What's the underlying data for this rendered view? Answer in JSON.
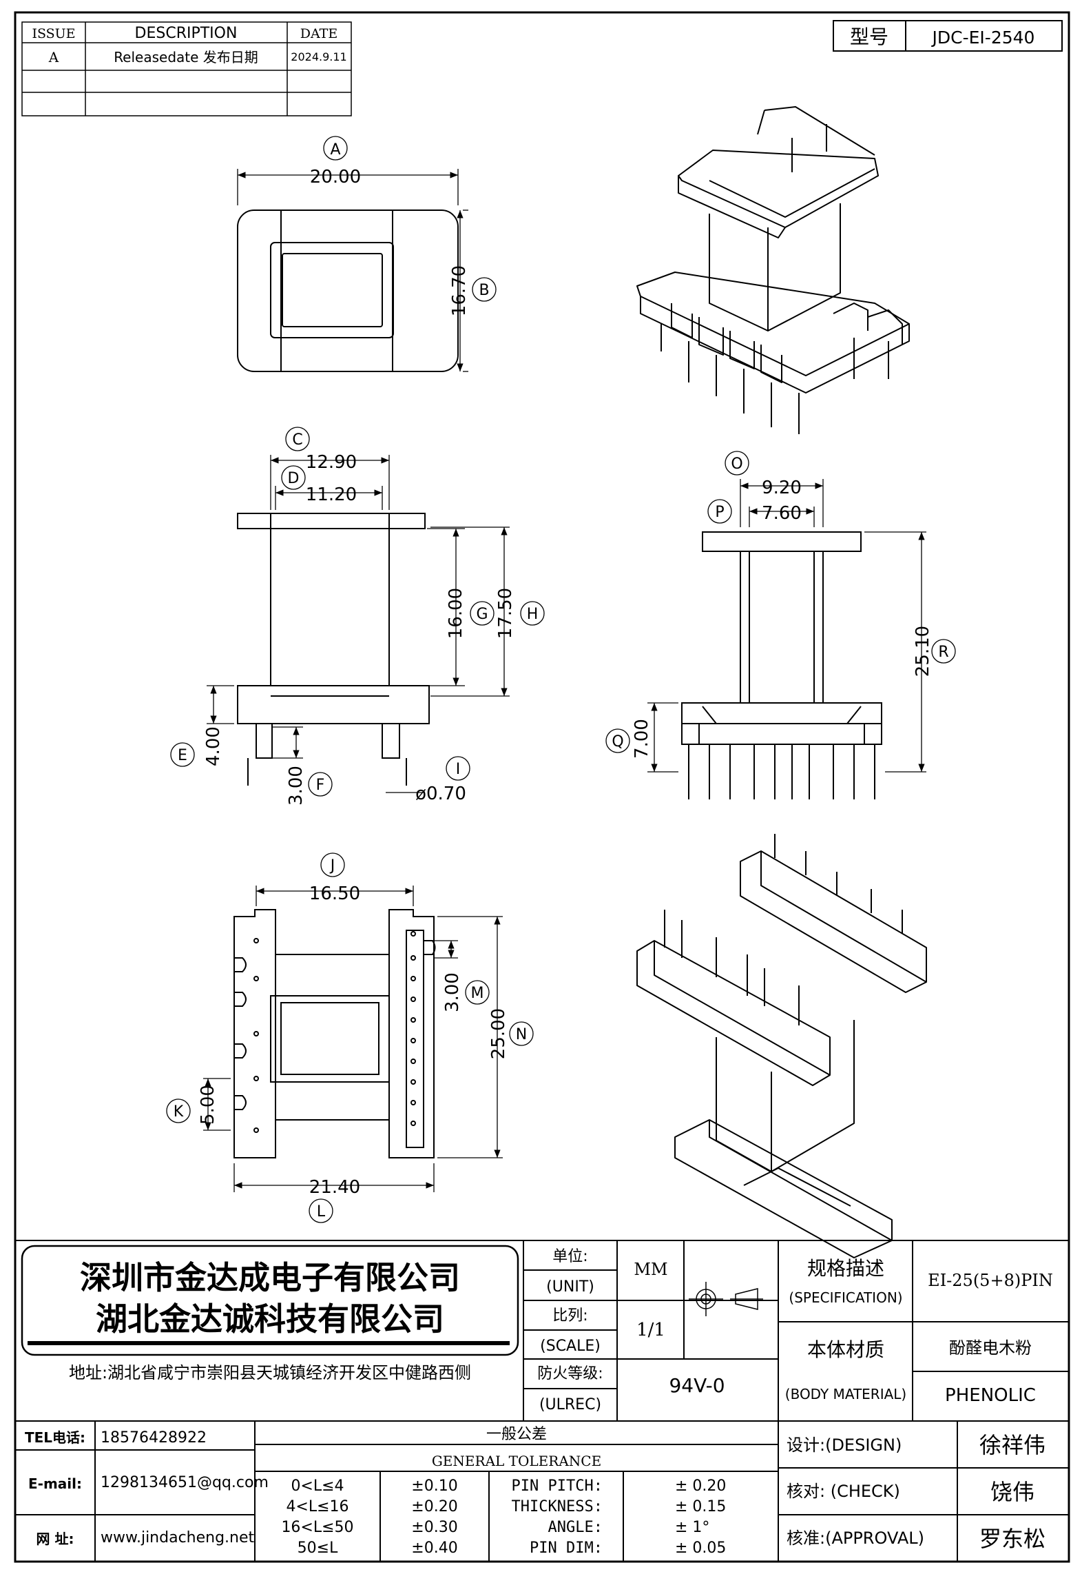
{
  "revision_table": {
    "headers": [
      "ISSUE",
      "DESCRIPTION",
      "DATE"
    ],
    "rows": [
      {
        "issue": "A",
        "description": "Releasedate 发布日期",
        "date": "2024.9.11"
      }
    ]
  },
  "model": {
    "label": "型号",
    "value": "JDC-EI-2540"
  },
  "dimensions": {
    "A": "20.00",
    "B": "16.70",
    "C": "12.90",
    "D": "11.20",
    "E": "4.00",
    "F": "3.00",
    "G": "16.00",
    "H": "17.50",
    "I": "ø0.70",
    "J": "16.50",
    "K": "5.00",
    "L": "21.40",
    "M": "3.00",
    "N": "25.00",
    "O": "9.20",
    "P": "7.60",
    "Q": "7.00",
    "R": "25.10"
  },
  "company": {
    "name_line1": "深圳市金达成电子有限公司",
    "name_line2": "湖北金达诚科技有限公司",
    "address": "地址:湖北省咸宁市崇阳县天城镇经济开发区中健路西侧"
  },
  "titleblock": {
    "unit_label_cn": "单位:",
    "unit_label_en": "(UNIT)",
    "unit_value": "MM",
    "scale_label_cn": "比列:",
    "scale_label_en": "(SCALE)",
    "scale_value": "1/1",
    "fire_label_cn": "防火等级:",
    "fire_label_en": "(ULREC)",
    "fire_value": "94V-0",
    "spec_label_cn": "规格描述",
    "spec_label_en": "(SPECIFICATION)",
    "spec_value": "EI-25(5+8)PIN",
    "material_label_cn": "本体材质",
    "material_label_en": "(BODY MATERIAL)",
    "material_value_cn": "酚醛电木粉",
    "material_value_en": "PHENOLIC"
  },
  "contact": {
    "tel_label": "TEL电话:",
    "tel_value": "18576428922",
    "email_label": "E-mail:",
    "email_value": "1298134651@qq.com",
    "web_label": "网  址:",
    "web_value": "www.jindacheng.net"
  },
  "tolerance": {
    "title_cn": "一般公差",
    "title_en": "GENERAL TOLERANCE",
    "ranges": [
      {
        "range": "0<L≤4",
        "tol": "±0.10"
      },
      {
        "range": "4<L≤16",
        "tol": "±0.20"
      },
      {
        "range": "16<L≤50",
        "tol": "±0.30"
      },
      {
        "range": "50≤L",
        "tol": "±0.40"
      }
    ],
    "params": [
      {
        "name": "PIN PITCH:",
        "value": "±  0.20"
      },
      {
        "name": "THICKNESS:",
        "value": "±  0.15"
      },
      {
        "name": "ANGLE:",
        "value": "±  1°"
      },
      {
        "name": "PIN DIM:",
        "value": "±  0.05"
      }
    ]
  },
  "signoff": {
    "design_label": "设计:(DESIGN)",
    "design_name": "徐祥伟",
    "check_label": "核对: (CHECK)",
    "check_name": "饶伟",
    "approval_label": "核准:(APPROVAL)",
    "approval_name": "罗东松"
  }
}
